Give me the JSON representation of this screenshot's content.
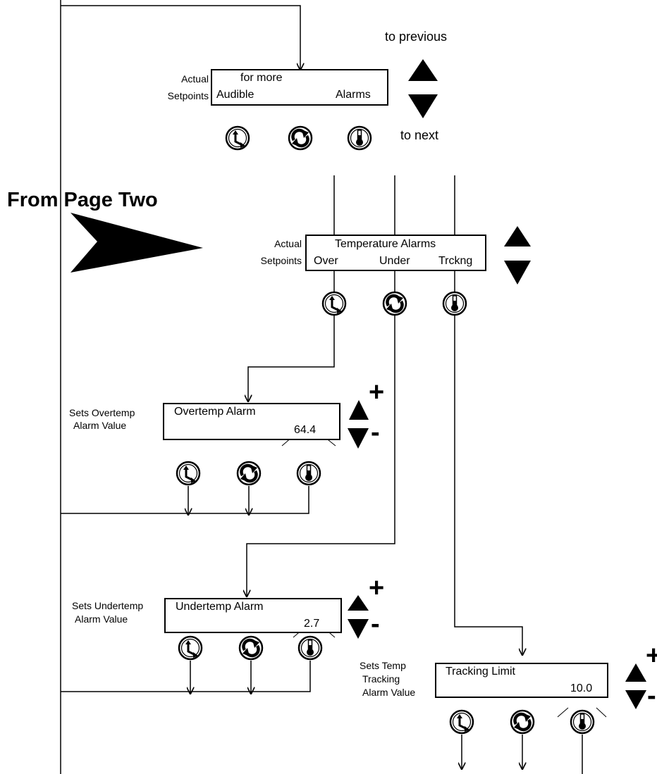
{
  "heading": "From Page Two",
  "nav": {
    "previous": "to previous",
    "next": "to next"
  },
  "side_label": {
    "line1": "Actual",
    "line2": "Setpoints"
  },
  "screens": {
    "audible": {
      "top": "for more",
      "bottom_left": "Audible",
      "bottom_right": "Alarms"
    },
    "temperature": {
      "title": "Temperature Alarms",
      "options": [
        "Over",
        "Under",
        "Trckng"
      ]
    },
    "overtemp": {
      "title": "Overtemp Alarm",
      "value": "64.4",
      "caption": [
        "Sets Overtemp",
        "Alarm Value"
      ]
    },
    "undertemp": {
      "title": "Undertemp Alarm",
      "value": "2.7",
      "caption": [
        "Sets Undertemp",
        "Alarm Value"
      ]
    },
    "tracking": {
      "title": "Tracking Limit",
      "value": "10.0",
      "caption": [
        "Sets Temp",
        "Tracking",
        "Alarm Value"
      ]
    }
  },
  "adjust": {
    "plus": "+",
    "minus": "-"
  },
  "icons": [
    "clock-icon",
    "cycle-icon",
    "thermometer-icon"
  ]
}
